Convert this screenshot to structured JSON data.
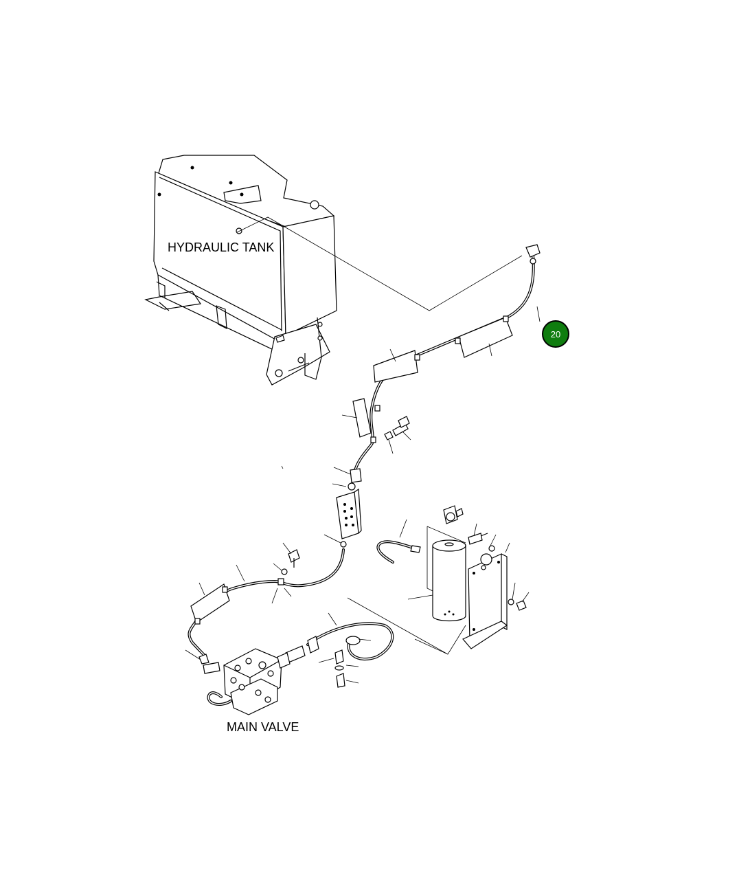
{
  "labels": {
    "tank": "HYDRAULIC TANK",
    "valve": "MAIN VALVE"
  },
  "callouts": [
    {
      "number": "20",
      "color": "#0f7d0f"
    }
  ]
}
